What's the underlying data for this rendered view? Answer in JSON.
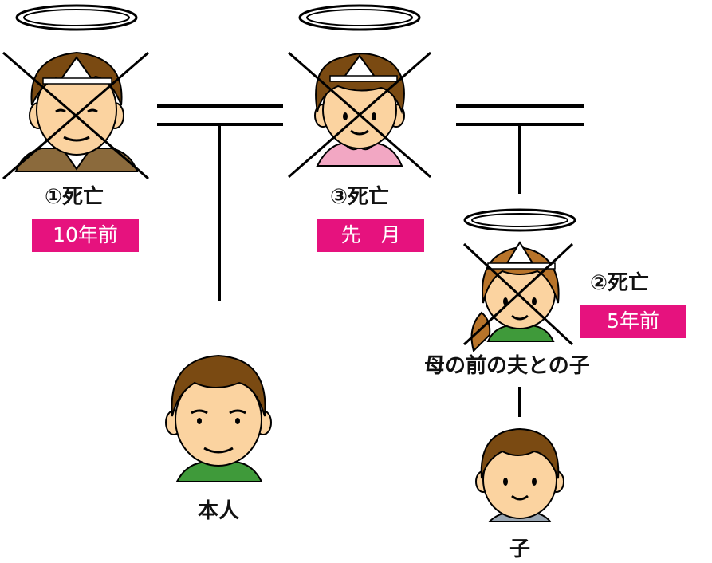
{
  "persons": {
    "father": {
      "death_label": "①死亡",
      "when": "10年前"
    },
    "mother": {
      "death_label": "③死亡",
      "when": "先　月"
    },
    "half_sibling": {
      "death_label": "②死亡",
      "when": "5年前",
      "relation": "母の前の夫との子"
    },
    "self": {
      "label": "本人"
    },
    "child": {
      "label": "子"
    }
  },
  "colors": {
    "badge": "#e6127e",
    "line": "#000000",
    "skin": "#fbd3a0",
    "hair_brown": "#7a4a12",
    "hair_light": "#b8742a",
    "shirt_pink": "#f2a7c3",
    "shirt_green": "#3f9a3a",
    "halo": "#ffffff"
  },
  "icons": [
    "halo-icon",
    "cross-mark-icon",
    "triangle-hat-icon"
  ]
}
